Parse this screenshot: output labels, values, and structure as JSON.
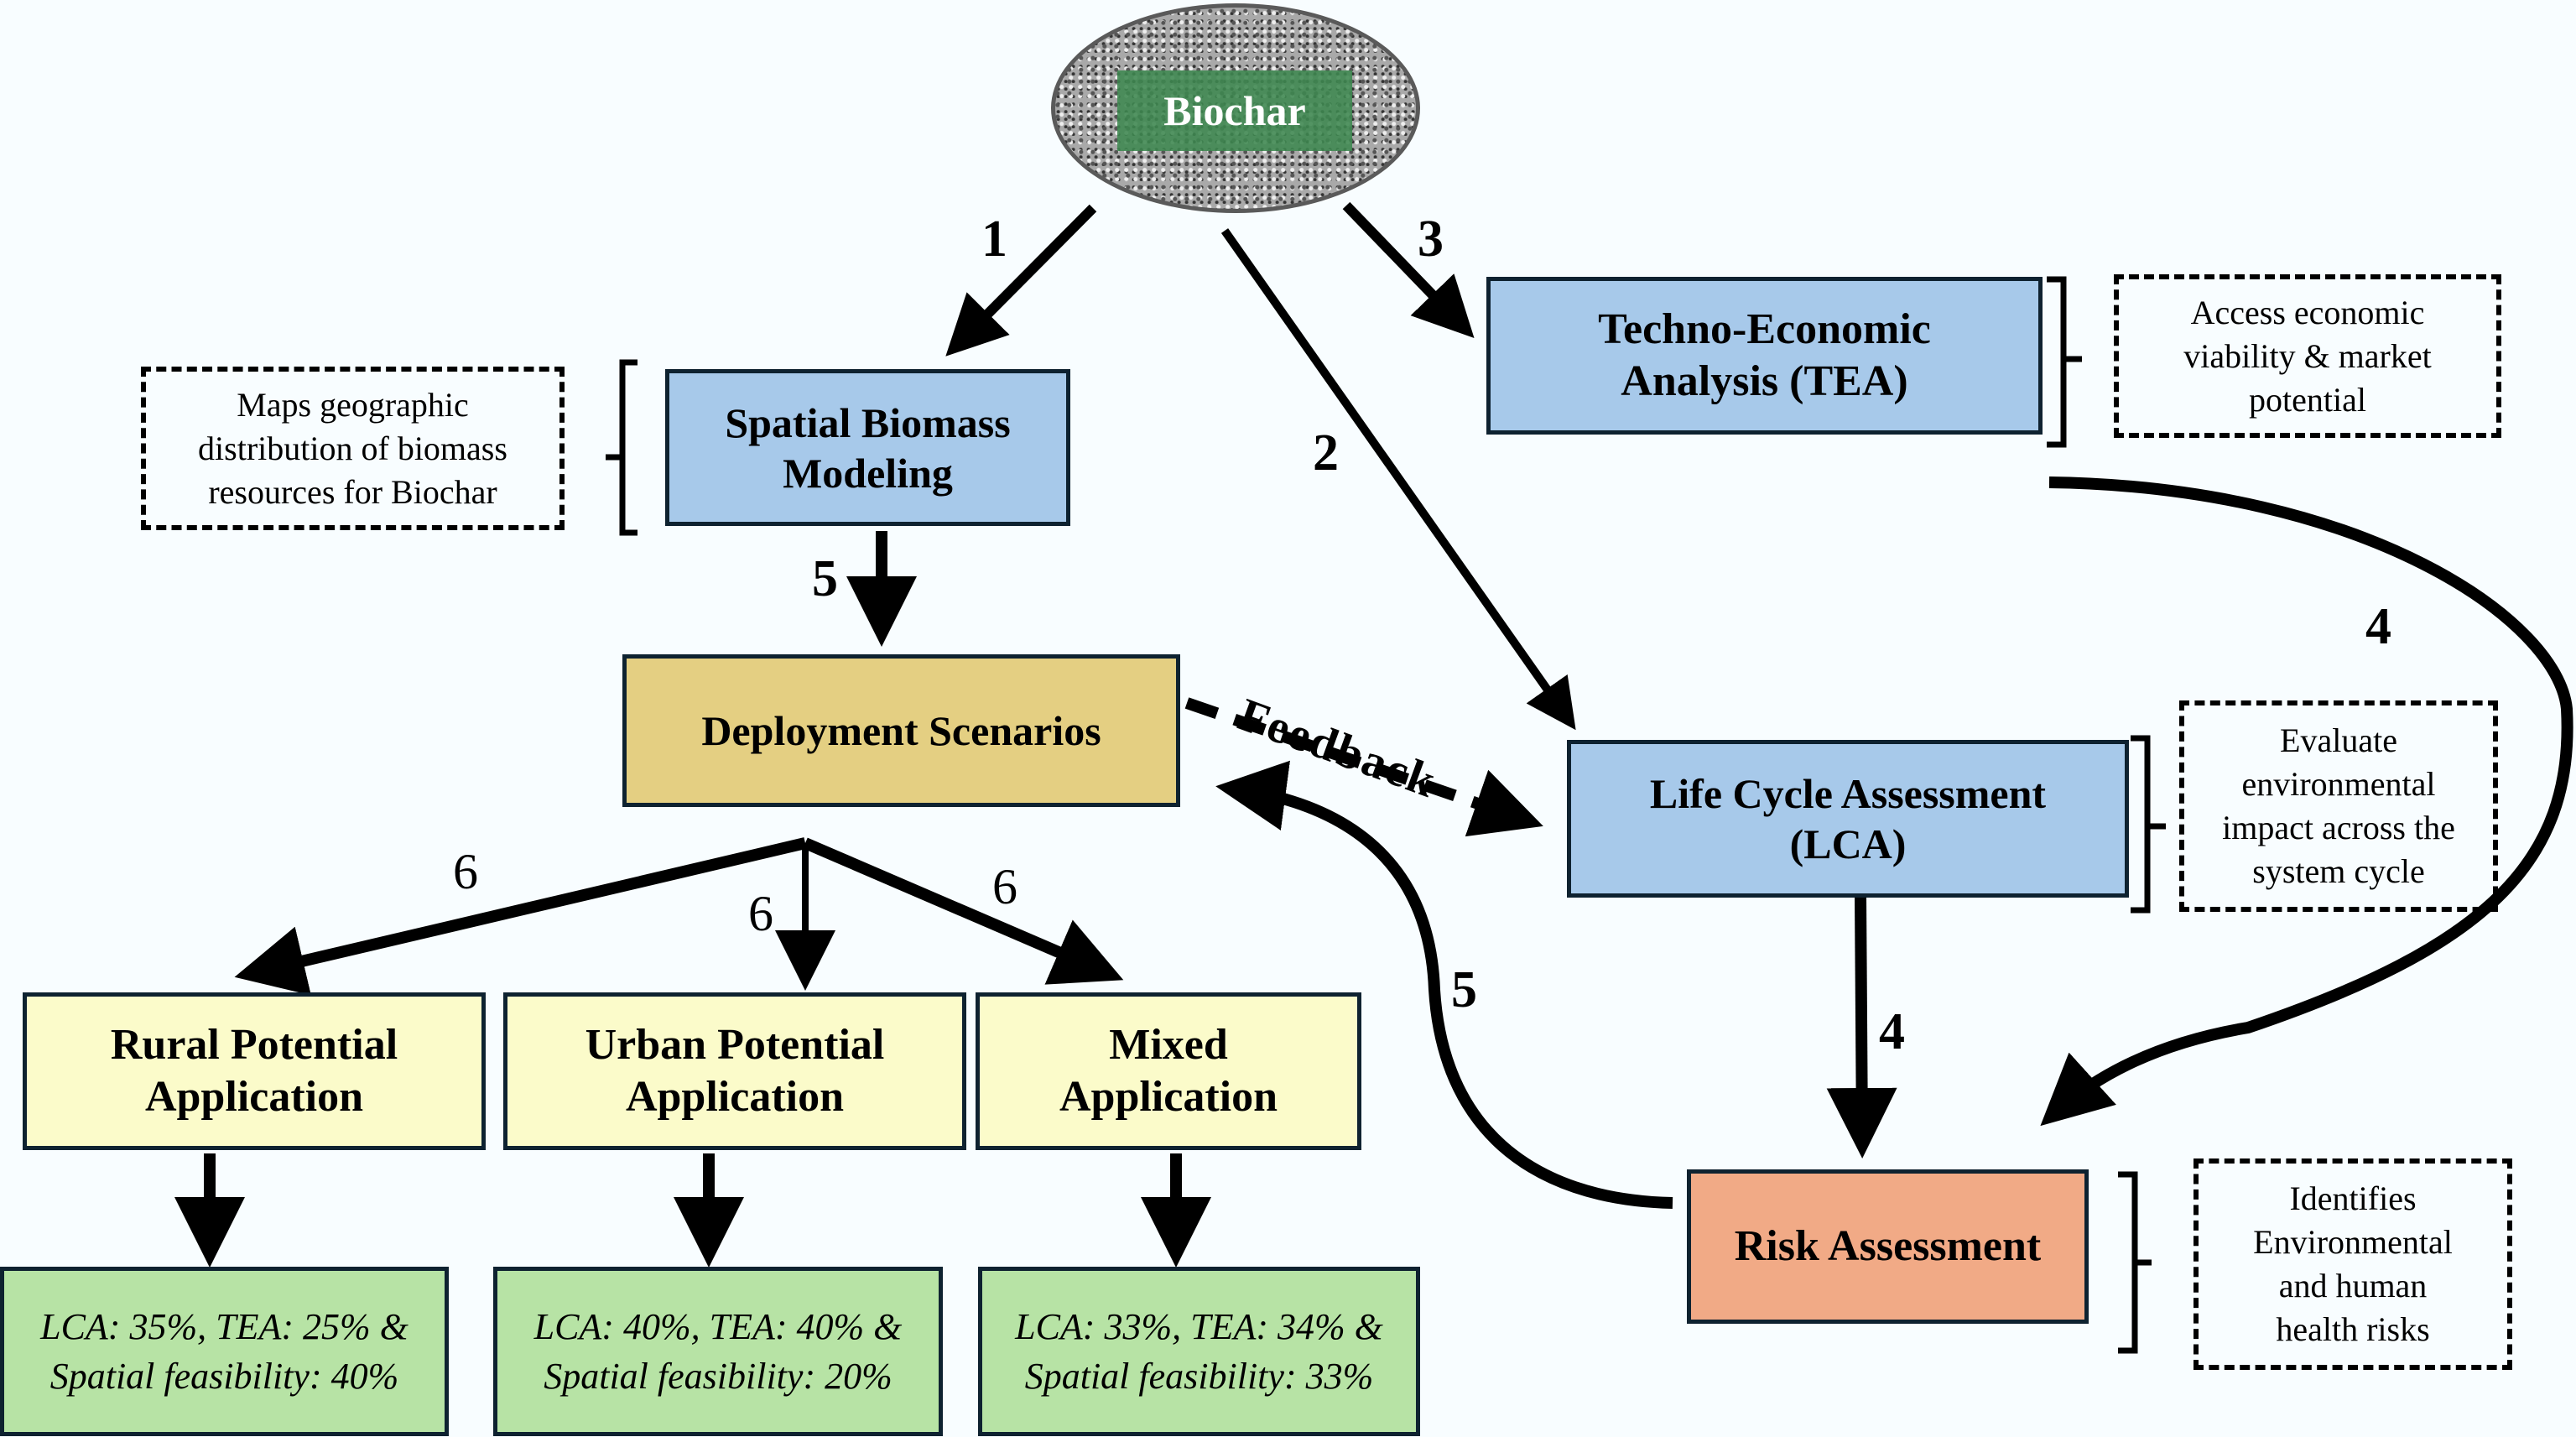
{
  "root": {
    "label": "Biochar",
    "icon": "biochar-texture-ellipse"
  },
  "nodes": {
    "spatial_biomass": {
      "label": "Spatial Biomass\nModeling"
    },
    "tea": {
      "label": "Techno-Economic\nAnalysis (TEA)"
    },
    "lca": {
      "label": "Life Cycle Assessment\n(LCA)"
    },
    "deployment": {
      "label": "Deployment Scenarios"
    },
    "risk": {
      "label": "Risk Assessment"
    },
    "rural": {
      "label": "Rural Potential\nApplication"
    },
    "urban": {
      "label": "Urban Potential\nApplication"
    },
    "mixed": {
      "label": "Mixed\nApplication"
    }
  },
  "results": {
    "rural": {
      "label": "LCA: 35%, TEA: 25%  &\nSpatial feasibility: 40%",
      "lca_pct": 35,
      "tea_pct": 25,
      "spatial_pct": 40
    },
    "urban": {
      "label": "LCA: 40%, TEA: 40% &\nSpatial feasibility: 20%",
      "lca_pct": 40,
      "tea_pct": 40,
      "spatial_pct": 20
    },
    "mixed": {
      "label": "LCA: 33%, TEA: 34% &\nSpatial feasibility: 33%",
      "lca_pct": 33,
      "tea_pct": 34,
      "spatial_pct": 33
    }
  },
  "notes": {
    "spatial": "Maps geographic\ndistribution of biomass\nresources for Biochar",
    "tea": "Access economic\nviability & market\npotential",
    "lca": "Evaluate\nenvironmental\nimpact across the\nsystem cycle",
    "risk": "Identifies\nEnvironmental\nand human\nhealth risks"
  },
  "edges": {
    "biochar_to_spatial": "1",
    "biochar_to_lca": "2",
    "biochar_to_tea": "3",
    "tea_to_risk": "4",
    "lca_to_risk": "4",
    "spatial_to_deployment": "5",
    "risk_to_deployment": "5",
    "deployment_to_rural": "6",
    "deployment_to_urban": "6",
    "deployment_to_mixed": "6",
    "feedback_label": "Feedback"
  },
  "colors": {
    "blue_node": "#a7c9ea",
    "deployment_node": "#e4cf82",
    "application_node": "#fbfbca",
    "result_node": "#b7e3a5",
    "risk_node": "#f1aa86",
    "biochar_label_bg": "#3e8750"
  }
}
